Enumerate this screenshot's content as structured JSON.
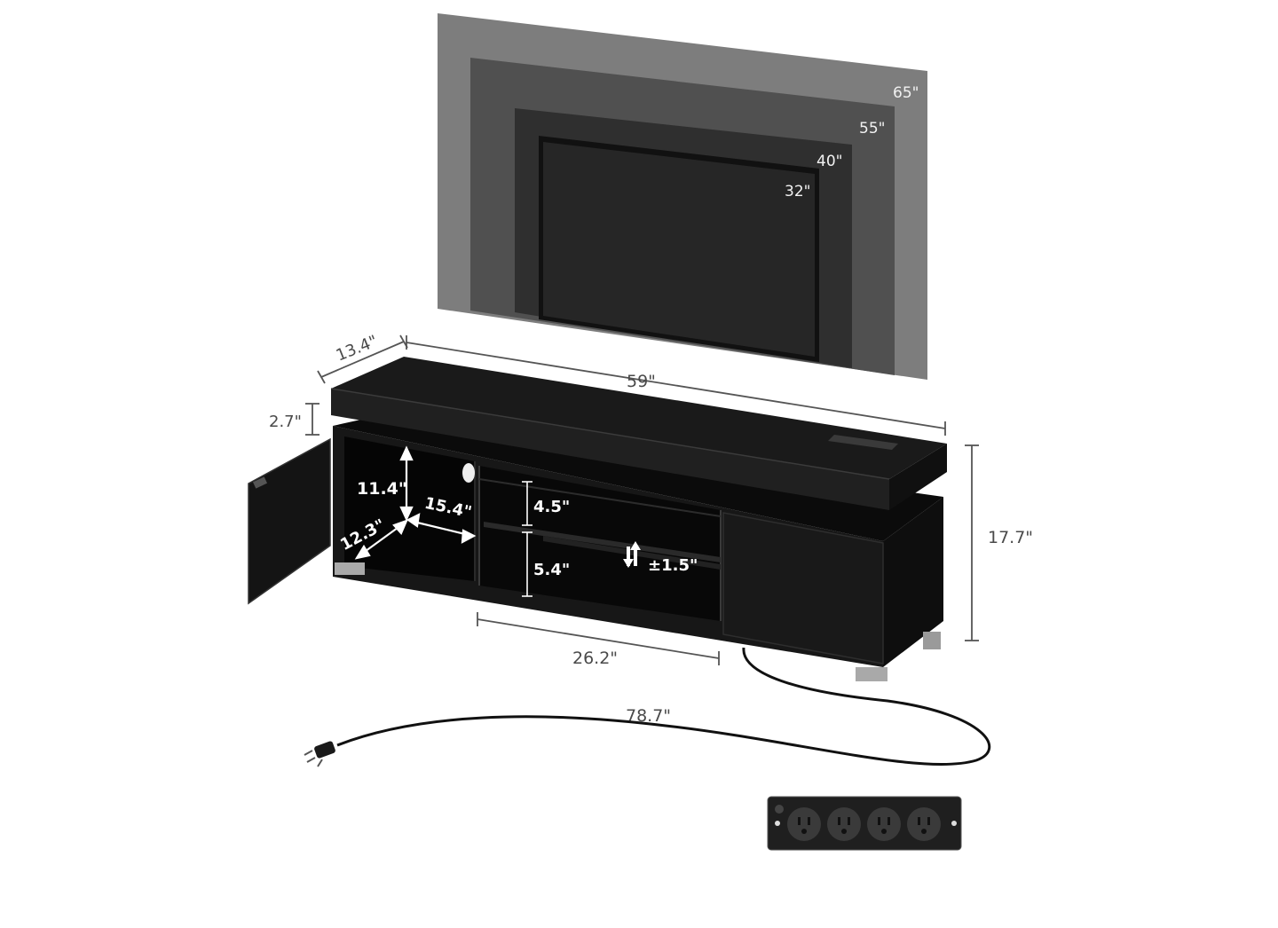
{
  "colors": {
    "tv_65": "#7d7d7d",
    "tv_55": "#505050",
    "tv_40": "#2f2f2f",
    "tv_32": "#222222",
    "cabinet": "#1c1c1c",
    "cabinet_dark": "#0d0d0d",
    "line": "#555555"
  },
  "tv_sizes": {
    "s65": "65\"",
    "s55": "55\"",
    "s40": "40\"",
    "s32": "32\""
  },
  "dimensions": {
    "depth": "13.4\"",
    "width": "59\"",
    "top_thickness": "2.7\"",
    "height": "17.7\"",
    "cabinet_inner_height": "11.4\"",
    "cabinet_inner_depth": "12.3\"",
    "cabinet_inner_width": "15.4\"",
    "shelf_upper": "4.5\"",
    "shelf_lower": "5.4\"",
    "shelf_adjust": "±1.5\"",
    "open_width": "26.2\"",
    "cord_length": "78.7\""
  },
  "icons": {
    "adjust": "adjust-arrows-icon",
    "plug": "power-plug-icon",
    "outlet": "power-strip-icon"
  }
}
